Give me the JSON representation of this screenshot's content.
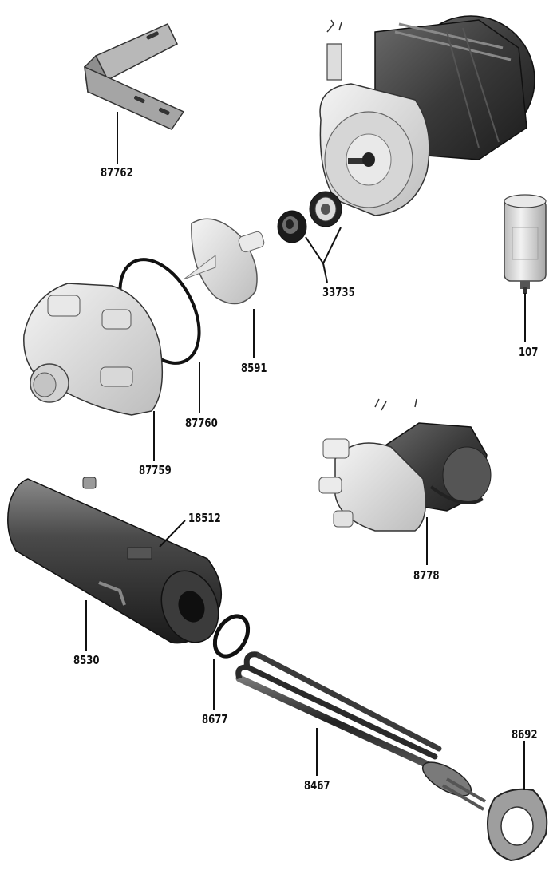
{
  "diagram": {
    "parts": [
      {
        "id": "bracket",
        "label": "87762"
      },
      {
        "id": "motor",
        "label": ""
      },
      {
        "id": "capacitor",
        "label": "107"
      },
      {
        "id": "seal-kit",
        "label": "33735"
      },
      {
        "id": "impeller",
        "label": "8591"
      },
      {
        "id": "o-ring-large",
        "label": "87760"
      },
      {
        "id": "pump-housing",
        "label": "87759"
      },
      {
        "id": "pump-assembly",
        "label": "8778"
      },
      {
        "id": "thermostat",
        "label": "18512"
      },
      {
        "id": "boiler-tank",
        "label": "8530"
      },
      {
        "id": "o-ring-small",
        "label": "8677"
      },
      {
        "id": "heating-element",
        "label": "8467"
      },
      {
        "id": "flange-gasket",
        "label": "8692"
      }
    ]
  }
}
